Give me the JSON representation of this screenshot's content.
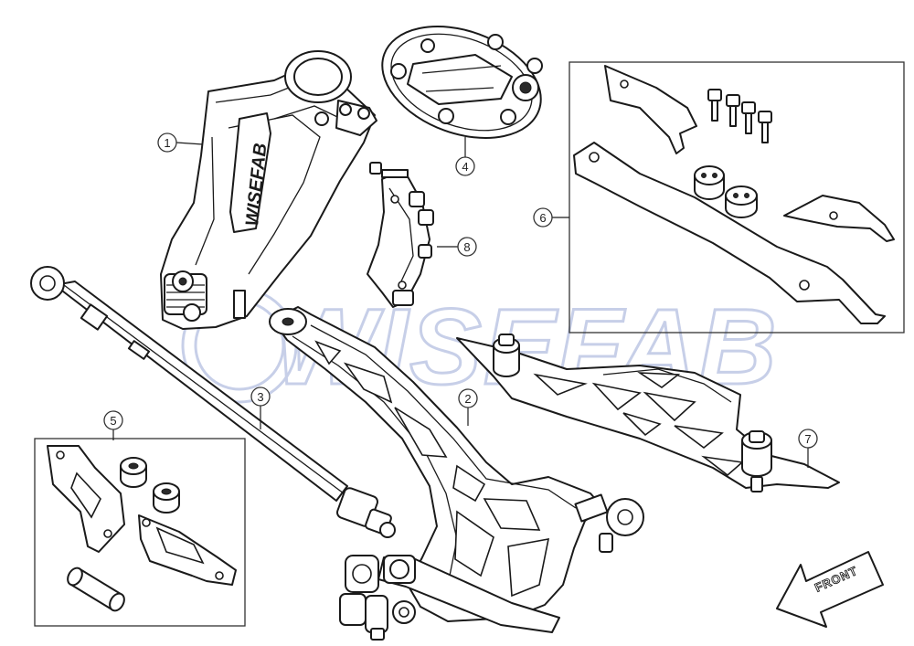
{
  "watermark": {
    "text": "WISEFAB"
  },
  "upright_logo": {
    "text": "WISEFAB"
  },
  "front_arrow": {
    "label": "FRONT"
  },
  "callouts": [
    {
      "number": "1"
    },
    {
      "number": "2"
    },
    {
      "number": "3"
    },
    {
      "number": "4"
    },
    {
      "number": "5"
    },
    {
      "number": "6"
    },
    {
      "number": "7"
    },
    {
      "number": "8"
    }
  ]
}
